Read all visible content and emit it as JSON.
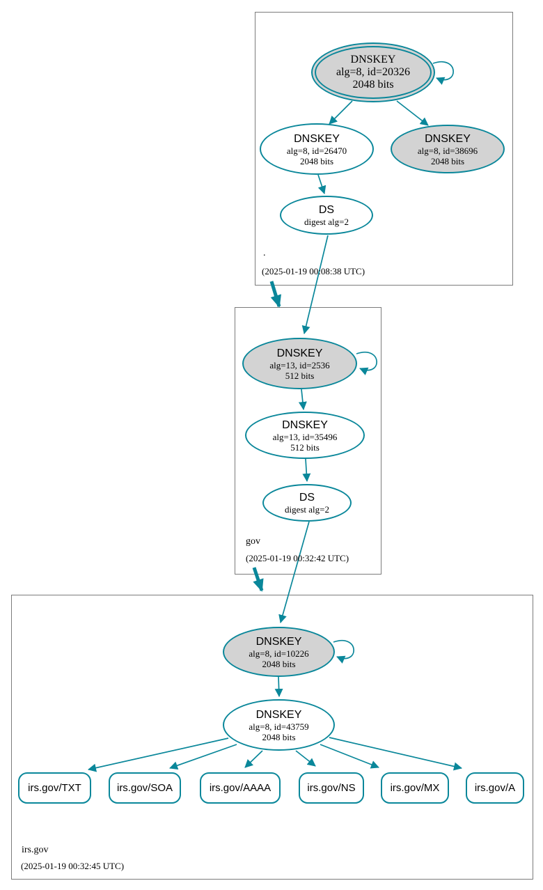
{
  "colors": {
    "secure_edge": "#0a879a",
    "ksk_fill": "#d3d3d3",
    "node_fill": "#ffffff",
    "zone_border": "#7b7b7b"
  },
  "zones": [
    {
      "name": ".",
      "timestamp": "(2025-01-19 00:08:38 UTC)",
      "ksk": {
        "title": "DNSKEY",
        "alg": "alg=8, id=20326",
        "bits": "2048 bits"
      },
      "zsk": {
        "title": "DNSKEY",
        "alg": "alg=8, id=26470",
        "bits": "2048 bits"
      },
      "zsk2": {
        "title": "DNSKEY",
        "alg": "alg=8, id=38696",
        "bits": "2048 bits"
      },
      "ds": {
        "title": "DS",
        "digest": "digest alg=2"
      }
    },
    {
      "name": "gov",
      "timestamp": "(2025-01-19 00:32:42 UTC)",
      "ksk": {
        "title": "DNSKEY",
        "alg": "alg=13, id=2536",
        "bits": "512 bits"
      },
      "zsk": {
        "title": "DNSKEY",
        "alg": "alg=13, id=35496",
        "bits": "512 bits"
      },
      "ds": {
        "title": "DS",
        "digest": "digest alg=2"
      }
    },
    {
      "name": "irs.gov",
      "timestamp": "(2025-01-19 00:32:45 UTC)",
      "ksk": {
        "title": "DNSKEY",
        "alg": "alg=8, id=10226",
        "bits": "2048 bits"
      },
      "zsk": {
        "title": "DNSKEY",
        "alg": "alg=8, id=43759",
        "bits": "2048 bits"
      },
      "rrsets": [
        {
          "label": "irs.gov/TXT"
        },
        {
          "label": "irs.gov/SOA"
        },
        {
          "label": "irs.gov/AAAA"
        },
        {
          "label": "irs.gov/NS"
        },
        {
          "label": "irs.gov/MX"
        },
        {
          "label": "irs.gov/A"
        }
      ]
    }
  ]
}
